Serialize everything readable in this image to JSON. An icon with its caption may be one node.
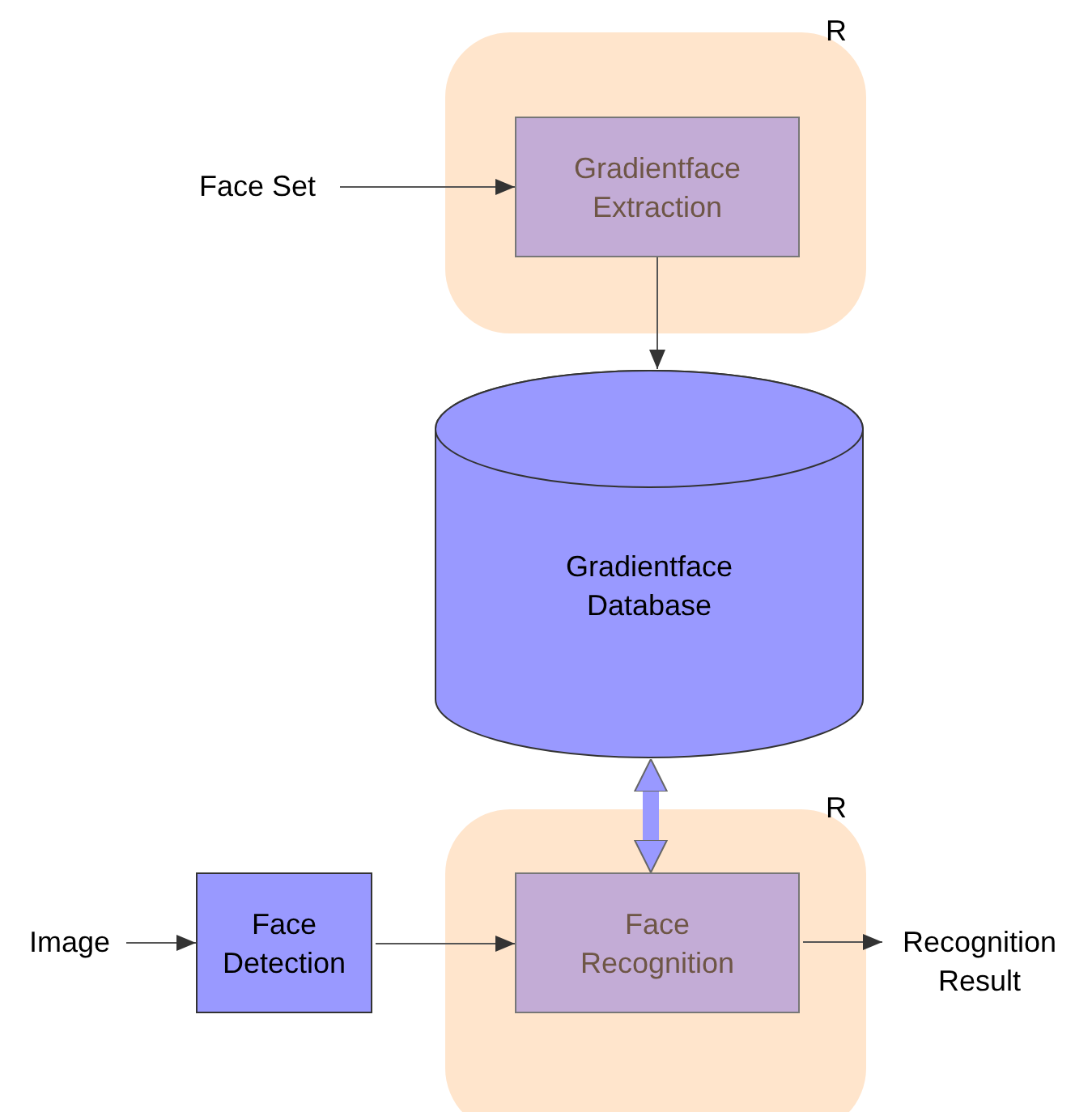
{
  "diagram": {
    "nodes": [
      {
        "text": [
          "R"
        ]
      },
      {
        "text": [
          "Gradientface Extraction"
        ],
        "in": 0
      },
      {
        "text": [
          "Face Set"
        ]
      },
      {
        "text": [
          "Gradientface Database"
        ]
      },
      {
        "text": [
          "R"
        ]
      },
      {
        "text": [
          "Face Recognition"
        ],
        "in": 4
      },
      {
        "text": [
          "Image"
        ]
      },
      {
        "text": [
          "Face Detection"
        ]
      },
      {
        "text": [
          "Recognition Result"
        ]
      }
    ],
    "edges": [
      {
        "from": 2,
        "to": 1,
        "arrow": "to"
      },
      {
        "from": 1,
        "to": 3,
        "arrow": "to"
      },
      {
        "from": 3,
        "to": 5,
        "arrow": "both",
        "style": "thick",
        "color": "#9999ff"
      },
      {
        "from": 6,
        "to": 7,
        "arrow": "to"
      },
      {
        "from": 7,
        "to": 5,
        "arrow": "to"
      },
      {
        "from": 5,
        "to": 8,
        "arrow": "to"
      }
    ]
  }
}
